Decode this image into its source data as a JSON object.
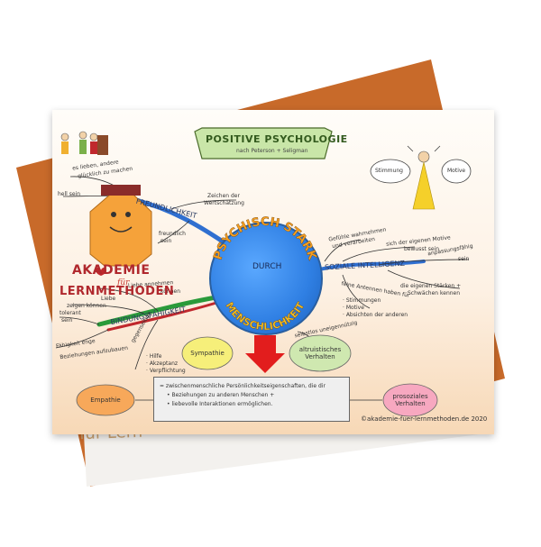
{
  "title": {
    "main": "POSITIVE PSYCHOLOGIE",
    "subtitle": "nach Peterson + Seligman"
  },
  "center": {
    "arc_top": "PSYCHISCH STARK",
    "middle": "DURCH",
    "arc_bottom": "MENSCHLICHKEIT"
  },
  "branches": {
    "freundlichkeit": "FREUNDLICHKEIT",
    "soziale_intelligenz": "SOZIALE INTELLIGENZ",
    "bindungsfaehigkeit": "BINDUNGSFÄHIGKEIT"
  },
  "notes": {
    "lieben1": "es lieben, andere",
    "lieben2": "glücklich zu machen",
    "hell": "hell sein",
    "zeichen1": "Zeichen der",
    "zeichen2": "Wertschätzung",
    "freundlich1": "freundlich",
    "freundlich2": "sein",
    "liebe1": "Liebe annehmen",
    "liebe2": "können",
    "liebe3": "Liebe",
    "liebe4": "zeigen können",
    "tolerant1": "tolerant",
    "tolerant2": "sein",
    "faehigkeit1": "Fähigkeit enge",
    "faehigkeit2": "Beziehungen aufzubauen",
    "gegenseitige1": "gegenseitige",
    "gegenseitige2": "· Hilfe",
    "gegenseitige3": "· Akzeptanz",
    "gegenseitige4": "· Verpflichtung",
    "gefuehle1": "Gefühle wahrnehmen",
    "gefuehle2": "und verarbeiten",
    "sich1": "sich der eigenen Motive",
    "sich2": "bewusst sein",
    "anpassung1": "anpassungsfähig",
    "anpassung2": "sein",
    "staerken1": "die eigenen Stärken +",
    "staerken2": "Schwächen kennen",
    "feine1": "feine Antennen haben für",
    "feine2": "· Stimmungen",
    "feine3": "· Motive",
    "feine4": "· Absichten der anderen",
    "selbstlos1": "selbstlos uneigennützig",
    "stimmung": "Stimmung",
    "motive": "Motive"
  },
  "bubbles": {
    "sympathie": "Sympathie",
    "altruistisch": "altruistisches Verhalten",
    "empathie": "Empathie",
    "prosozial": "prosoziales Verhalten"
  },
  "box": {
    "line1": "= zwischenmenschliche Persönlichkeitseigenschaften, die dir",
    "line2": "• Beziehungen zu anderen Menschen +",
    "line3": "• liebevolle Interaktionen   ermöglichen."
  },
  "logo": {
    "line1": "AKADEMIE",
    "line2": "für",
    "line3": "LERNMETHODEN"
  },
  "copyright": "©akademie-fuer-lernmethoden.de 2020",
  "behind_sheet": "für Lern"
}
